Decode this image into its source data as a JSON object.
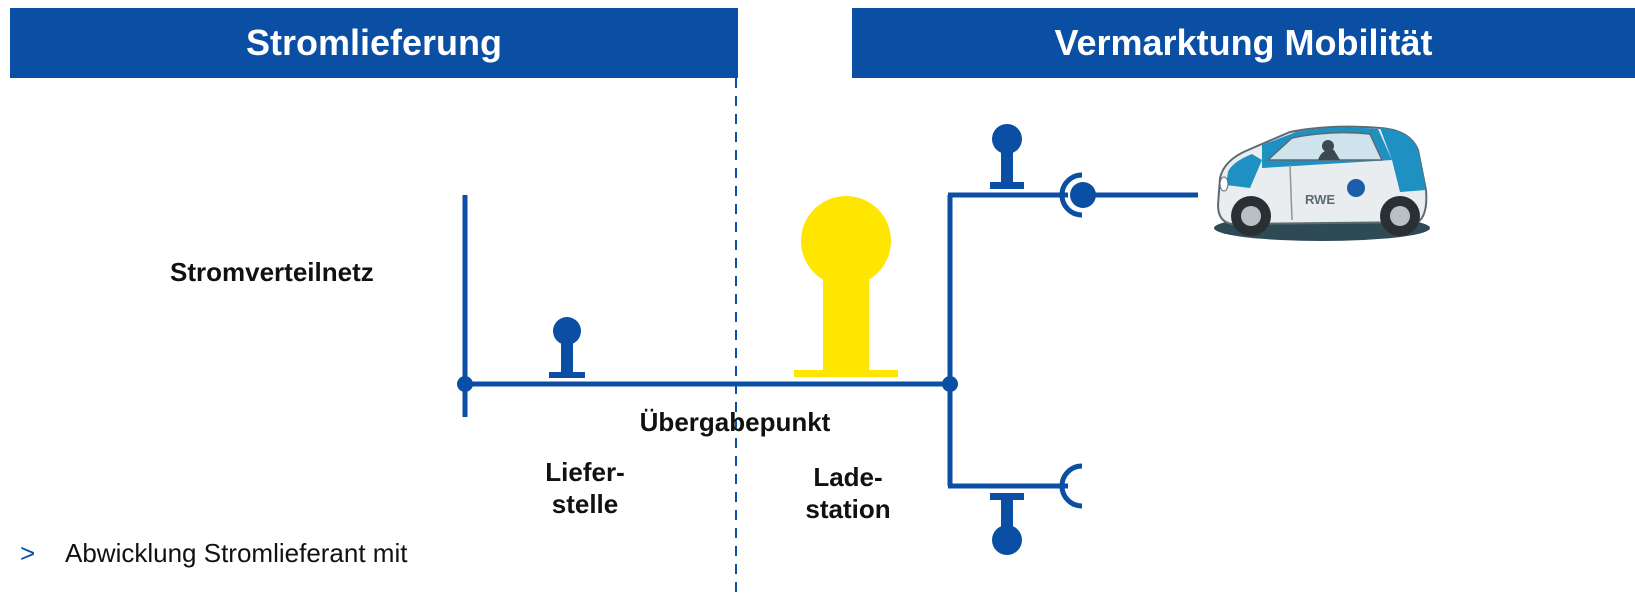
{
  "colors": {
    "brand_blue": "#0A4FA3",
    "station_yellow": "#FFE600"
  },
  "header": {
    "left_title": "Stromlieferung",
    "right_title": "Vermarktung Mobilität"
  },
  "diagram": {
    "grid_label": "Stromverteilnetz",
    "transfer_point_label": "Übergabepunkt",
    "delivery_point_label": [
      "Liefer-",
      "stelle"
    ],
    "charging_station_label": [
      "Lade-",
      "station"
    ],
    "car_logo_text": "RWE"
  },
  "notes": {
    "bullet_symbol": ">",
    "bullet_text": "Abwicklung Stromlieferant mit"
  }
}
